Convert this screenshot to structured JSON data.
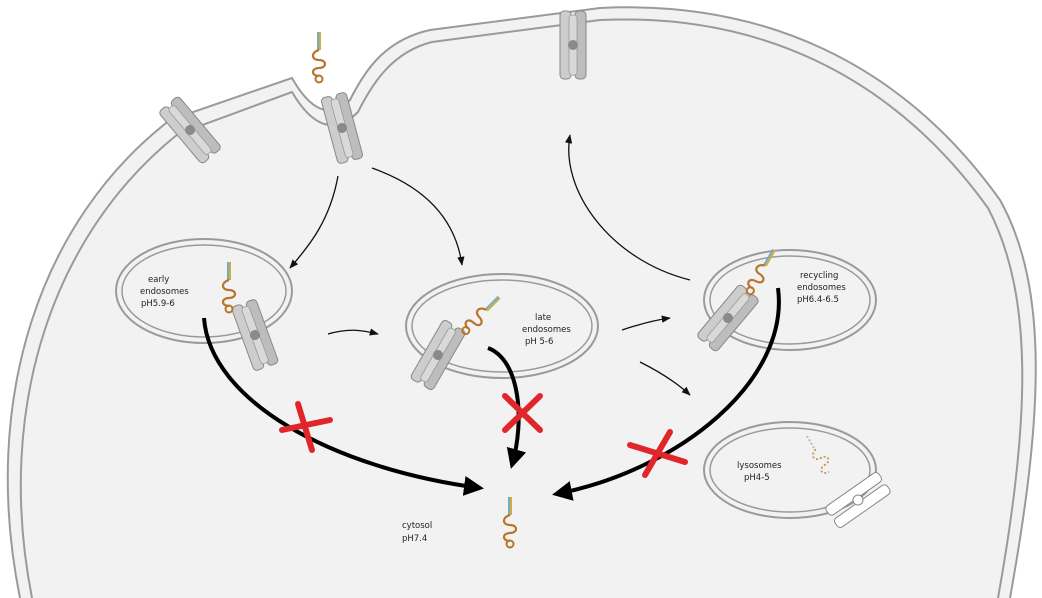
{
  "compartments": {
    "early": {
      "line1": "early",
      "line2": "endosomes",
      "line3": "pH5.9-6"
    },
    "late": {
      "line1": "late",
      "line2": "endosomes",
      "line3": "pH 5-6"
    },
    "recycling": {
      "line1": "recycling",
      "line2": "endosomes",
      "line3": "pH6.4-6.5"
    },
    "lysosomes": {
      "line1": "lysosomes",
      "line2": "pH4-5"
    },
    "cytosol": {
      "line1": "cytosol",
      "line2": "pH7.4"
    }
  },
  "colors": {
    "membrane": "#9a9a9a",
    "cytoplasm": "#f2f2f2",
    "receptor": "#c8c8c8",
    "block_mark": "#e0262a",
    "escape_arrow": "#000000",
    "aptamer": "#b8752c"
  },
  "icons": {
    "receptor": "transmembrane-receptor-icon",
    "aptamer": "aptamer-stem-loop-icon",
    "blocked": "red-x-icon"
  }
}
